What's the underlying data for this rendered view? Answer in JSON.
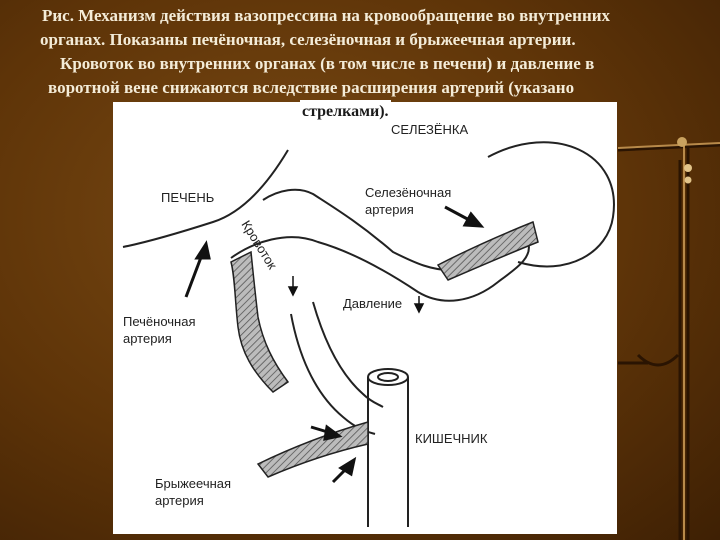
{
  "caption": {
    "line1": "Рис. Механизм действия вазопрессина на кровообращение во внутренних",
    "line2": "органах. Показаны печёночная, селезёночная и брыжеечная артерии.",
    "line3": "Кровоток во внутренних органах (в том числе в печени) и давление в",
    "line4": "воротной вене  снижаются вследствие расширения артерий (указано",
    "line5": "стрелками)."
  },
  "diagram": {
    "spleen_label": "СЕЛЕЗЁНКА",
    "liver_label": "ПЕЧЕНЬ",
    "splenic_artery_label_1": "Селезёночная",
    "splenic_artery_label_2": "артерия",
    "hepatic_artery_label_1": "Печёночная",
    "hepatic_artery_label_2": "артерия",
    "bloodflow_label": "Кровоток",
    "pressure_label": "Давление",
    "intestine_label": "КИШЕЧНИК",
    "mesenteric_artery_label_1": "Брыжеечная",
    "mesenteric_artery_label_2": "артерия"
  }
}
